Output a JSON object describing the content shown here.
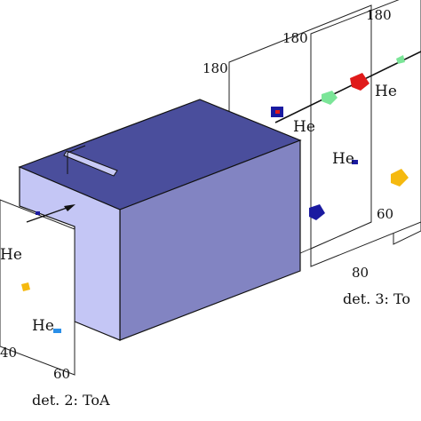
{
  "labels": {
    "tick_180_a": "180",
    "tick_180_b": "180",
    "tick_180_c": "180",
    "tick_60_right": "60",
    "tick_80": "80",
    "tick_40_left": "40",
    "tick_60_left": "60",
    "he_1": "He",
    "he_2": "He",
    "he_3": "He",
    "he_4": "He",
    "he_5": "He"
  },
  "captions": {
    "det2": "det. 2: ToA",
    "det3": "det. 3: To"
  },
  "colors": {
    "box_top": "#4a4e9c",
    "box_front": "#8284c2",
    "box_side": "#c4c6f5",
    "slot": "#c8caf5",
    "green": "#7be598",
    "red": "#e01a1a",
    "dark_blue": "#1a1aa0",
    "orange": "#f5b90f",
    "light_blue": "#2a8fe8"
  }
}
